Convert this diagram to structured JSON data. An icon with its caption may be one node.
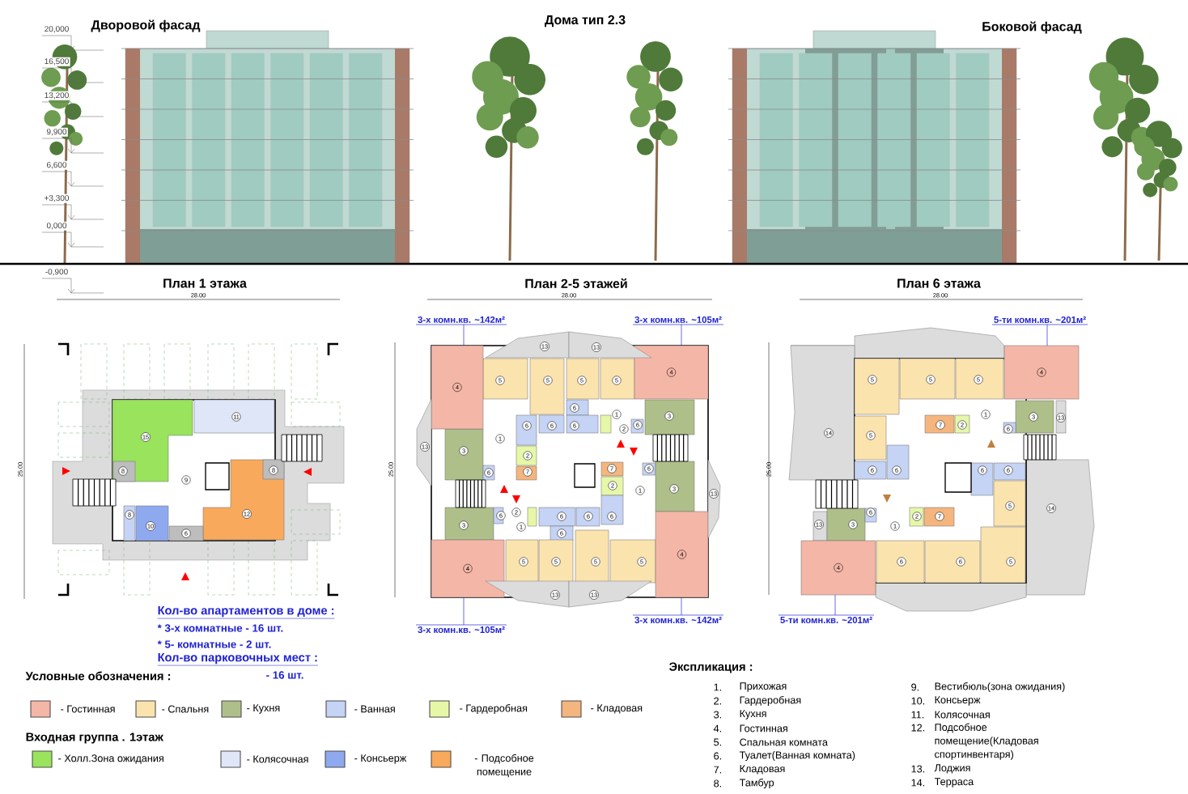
{
  "diagram": {
    "title": "Дома тип 2.3",
    "nodes": [
      {
        "text": [
          "3-х комн.кв. ~142м²"
        ]
      },
      {
        "text": [
          "3-х комн.кв. ~105м²"
        ]
      },
      {
        "text": [
          "3-х комн.кв. ~142м²"
        ]
      },
      {
        "text": [
          "3-х комн.кв. ~105м²"
        ]
      },
      {
        "text": [
          "5-ти комн.кв. ~201м²"
        ]
      },
      {
        "text": [
          "5-ти комн.кв. ~201м²"
        ]
      },
      {
        "text": [
          "4"
        ]
      },
      {
        "text": [
          "4"
        ]
      },
      {
        "text": [
          "4"
        ]
      },
      {
        "text": [
          "4"
        ]
      },
      {
        "text": [
          "4"
        ]
      },
      {
        "text": [
          "4"
        ]
      },
      {
        "text": [
          "13"
        ]
      },
      {
        "text": [
          "13"
        ]
      },
      {
        "text": [
          "13"
        ]
      },
      {
        "text": [
          "13"
        ]
      },
      {
        "text": [
          "13"
        ]
      },
      {
        "text": [
          "13"
        ]
      }
    ],
    "edges": [
      {
        "from": 0,
        "to": 6,
        "arrow": "none"
      },
      {
        "from": 1,
        "to": 7,
        "arrow": "none"
      },
      {
        "from": 2,
        "to": 9,
        "arrow": "none"
      },
      {
        "from": 3,
        "to": 8,
        "arrow": "none"
      },
      {
        "from": 4,
        "to": 10,
        "arrow": "none"
      },
      {
        "from": 5,
        "to": 11,
        "arrow": "none"
      }
    ],
    "labels": [
      "Дворовой фасад",
      "Боковой фасад",
      "20,000",
      "16,500",
      "13,200",
      "9,900",
      "6,600",
      "+3,300",
      "0,000",
      "-0,900",
      "План 1 этажа",
      "План 2-5 этажей",
      "План 6 этажа",
      "28.00",
      "28.00",
      "28.00",
      "25.00",
      "25.00",
      "25.00",
      "15",
      "11",
      "8",
      "9",
      "8",
      "8",
      "10",
      "6",
      "12",
      "5",
      "5",
      "5",
      "5",
      "6",
      "1",
      "3",
      "6",
      "6",
      "6",
      "2",
      "6",
      "1",
      "3",
      "2",
      "6",
      "7",
      "7",
      "6",
      "2",
      "1",
      "3",
      "3",
      "6",
      "2",
      "1",
      "6",
      "6",
      "6",
      "6",
      "5",
      "5",
      "5",
      "5",
      "5",
      "5",
      "5",
      "1",
      "3",
      "13",
      "14",
      "5",
      "7",
      "2",
      "6",
      "6",
      "6",
      "6",
      "6",
      "14",
      "5",
      "13",
      "3",
      "6",
      "2",
      "7",
      "1",
      "6",
      "6",
      "5",
      "Кол-во апартаментов в доме :",
      "* 3-х комнатные - 16 шт.",
      "* 5- комнатные - 2 шт.",
      "Кол-во парковочных мест :",
      "Условные обозначения :",
      "- 16 шт.",
      "Входная группа . 1этаж",
      "Экспликация :",
      "1.",
      "Прихожая",
      "2.",
      "Гардеробная",
      "3.",
      "Кухня",
      "4.",
      "Гостинная",
      "5.",
      "Спальная комната",
      "6.",
      "Туалет(Ванная комната)",
      "7.",
      "Кладовая",
      "8.",
      "Тамбур",
      "9.",
      "Вестибюль(зона ожидания)",
      "10.",
      "Консьерж",
      "11.",
      "Колясочная",
      "12.",
      "Подсобное помещение(Кладовая спортинвентаря)",
      "13.",
      "Лоджия",
      "14.",
      "Терраса"
    ],
    "legend": [
      {
        "text": "- Гостинная",
        "color": "#f4b6a6"
      },
      {
        "text": "- Спальня",
        "color": "#fbe3ae"
      },
      {
        "text": "- Кухня",
        "color": "#afbf8a"
      },
      {
        "text": "- Ванная",
        "color": "#c5d3f4"
      },
      {
        "text": "- Гардеробная",
        "color": "#e6f7a8"
      },
      {
        "text": "- Кладовая",
        "color": "#f5b57e"
      },
      {
        "text": "- Холл.Зона ожидания",
        "color": "#99e35d"
      },
      {
        "text": "- Колясочная",
        "color": "#dfe6f8"
      },
      {
        "text": "- Консьерж",
        "color": "#8fa9ef"
      },
      {
        "text": "- Подсобное помещение",
        "color": "#f9a95b"
      }
    ]
  }
}
